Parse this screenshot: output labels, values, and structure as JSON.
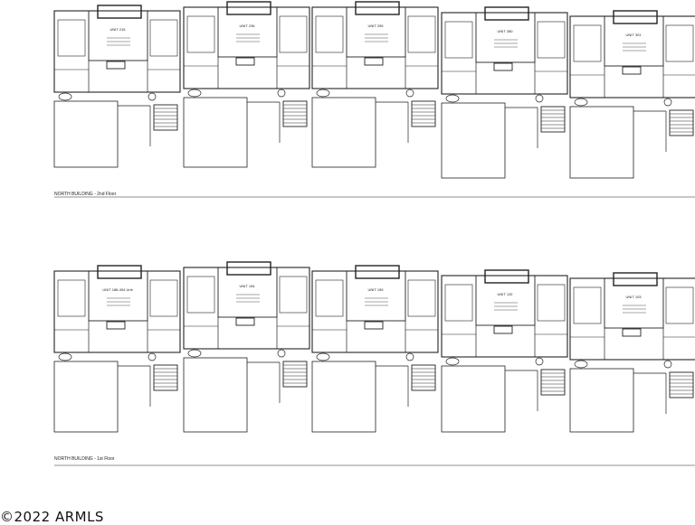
{
  "floors": [
    {
      "label": "NORTH BUILDING - 2nd Floor",
      "units": [
        "UNIT 215",
        "UNIT 236",
        "UNIT 259",
        "UNIT 280",
        "UNIT 301"
      ]
    },
    {
      "label": "NORTH BUILDING - 1st Floor",
      "units": [
        "UNIT 186-404 Unit",
        "UNIT 154",
        "UNIT 159",
        "UNIT 132",
        "UNIT 103"
      ]
    }
  ],
  "copyright": "2022 ARMLS",
  "colors": {
    "line": "#222222",
    "background": "#ffffff"
  }
}
